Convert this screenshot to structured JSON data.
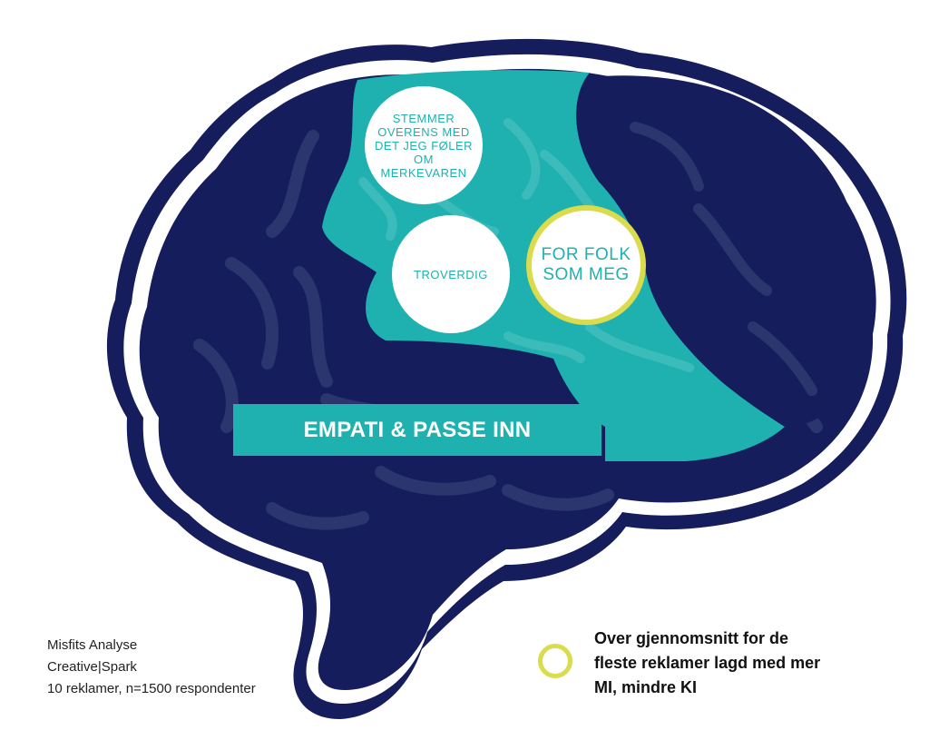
{
  "bubbles": {
    "consistent": "STEMMER OVERENS MED DET JEG FØLER OM MERKEVAREN",
    "credible": "TROVERDIG",
    "people_like_me": "FOR FOLK SOM MEG"
  },
  "banner": "EMPATI & PASSE INN",
  "source": {
    "line1": "Misfits Analyse",
    "line2": "Creative|Spark",
    "line3": "10 reklamer, n=1500 respondenter"
  },
  "legend": {
    "text": "Over gjennomsnitt for de fleste reklamer lagd med mer MI, mindre KI"
  },
  "colors": {
    "brain": "#151d5c",
    "region": "#1fb1b0",
    "highlight_ring": "#dadb4d",
    "outline": "#151d5c"
  }
}
